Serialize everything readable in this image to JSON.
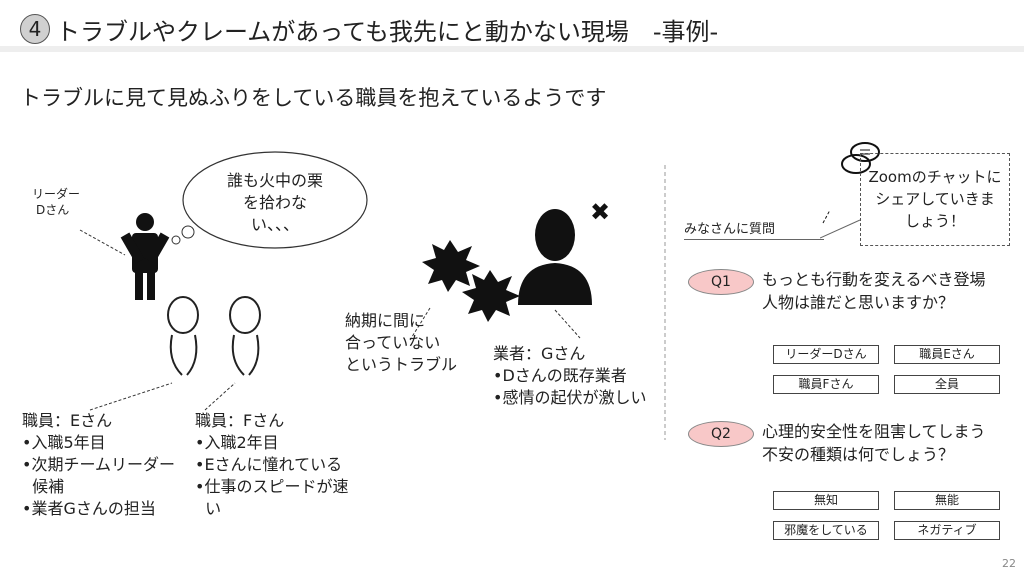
{
  "header": {
    "number": "4",
    "title": "トラブルやクレームがあっても我先にと動かない現場　-事例-"
  },
  "subtitle": "トラブルに見て見ぬふりをしている職員を抱えているようです",
  "scene": {
    "leader_label": [
      "リーダー",
      "Dさん"
    ],
    "thought": [
      "誰も火中の栗",
      "を拾わな",
      "い、、、"
    ],
    "staff_e": {
      "name": "職員：Eさん",
      "items": [
        "•入職5年目",
        "•次期チームリーダー",
        "  候補",
        "•業者Gさんの担当"
      ]
    },
    "staff_f": {
      "name": "職員：Fさん",
      "items": [
        "•入職2年目",
        "•Eさんに憧れている",
        "•仕事のスピードが速",
        "  い"
      ]
    },
    "trouble": [
      "納期に間に",
      "合っていない",
      "というトラブル"
    ],
    "vendor": {
      "name": "業者：Gさん",
      "items": [
        "•Dさんの既存業者",
        "•感情の起伏が激しい"
      ]
    }
  },
  "questions": {
    "heading": "みなさんに質問",
    "callout": [
      "Zoomのチャットに",
      "シェアしていきま",
      "しょう！"
    ],
    "q1": {
      "badge": "Q1",
      "text": "もっとも行動を変えるべき登場人物は誰だと思いますか？",
      "options": [
        "リーダーDさん",
        "職員Eさん",
        "職員Fさん",
        "全員"
      ]
    },
    "q2": {
      "badge": "Q2",
      "text": "心理的安全性を阻害してしまう不安の種類は何でしょう？",
      "options": [
        "無知",
        "無能",
        "邪魔をしている",
        "ネガティブ"
      ]
    }
  },
  "page_number": "22"
}
